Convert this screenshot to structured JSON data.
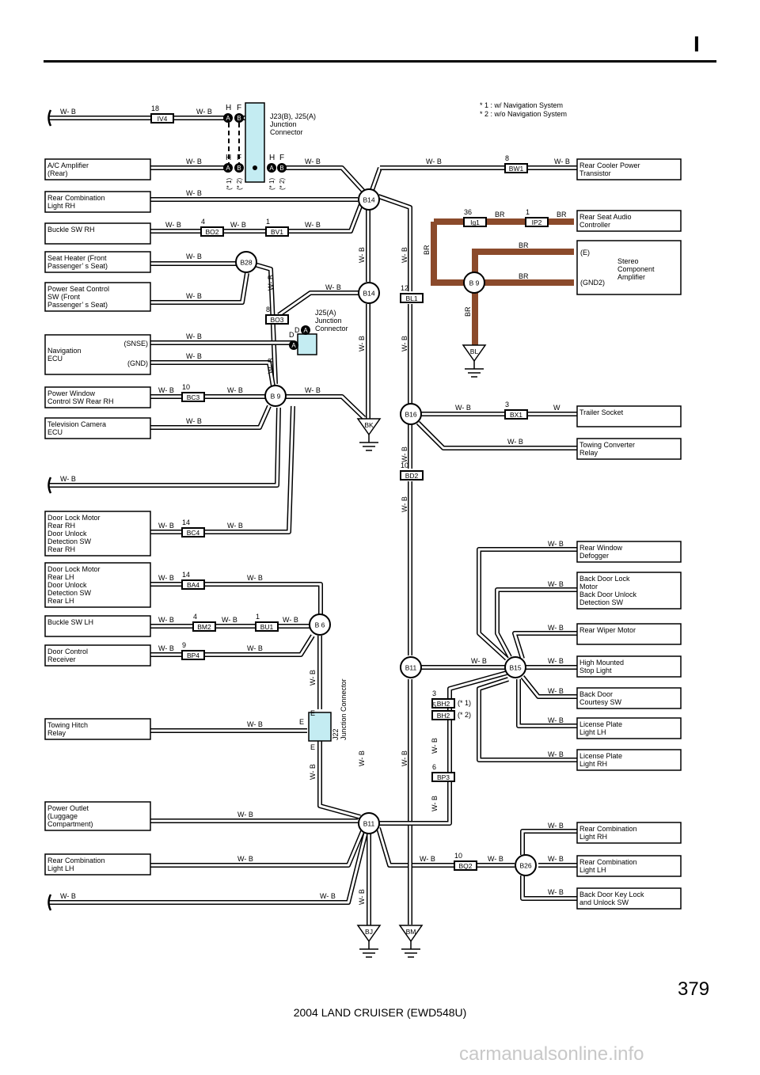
{
  "header": {
    "section_letter": "I",
    "page_number": "379"
  },
  "footer": {
    "title": "2004 LAND CRUISER (EWD548U)",
    "watermark": "carmanualsonline.info"
  },
  "notes": [
    "* 1 : w/ Navigation System",
    "* 2 : w/o Navigation System"
  ],
  "colors": {
    "wire": "#000000",
    "wire_fill": "#ffffff",
    "brown_wire": "#8b4a2b",
    "connector_fill": "#c4ecf2",
    "connector_tag_fill": "#000000",
    "connector_tag_text": "#ffffff"
  },
  "wire_label": "W- B",
  "components": {
    "ac_amp": [
      "A/C Amplifier",
      "(Rear)"
    ],
    "rear_comb_rh_top": [
      "Rear Combination",
      "Light RH"
    ],
    "buckle_rh": [
      "Buckle SW RH"
    ],
    "seat_heater": [
      "Seat Heater (Front",
      "Passenger’ s Seat)"
    ],
    "power_seat": [
      "Power Seat Control",
      "SW (Front",
      "Passenger’ s Seat)"
    ],
    "nav_ecu": [
      "Navigation",
      "ECU"
    ],
    "nav_snse": "(SNSE)",
    "nav_gnd": "(GND)",
    "pw_ctrl": [
      "Power Window",
      "Control SW Rear RH"
    ],
    "tv_cam": [
      "Television Camera",
      "ECU"
    ],
    "door_lock_rh": [
      "Door Lock Motor",
      "Rear RH",
      "Door Unlock",
      "Detection SW",
      "Rear RH"
    ],
    "door_lock_lh": [
      "Door Lock Motor",
      "Rear LH",
      "Door Unlock",
      "Detection SW",
      "Rear LH"
    ],
    "buckle_lh": [
      "Buckle SW LH"
    ],
    "door_ctrl_rcv": [
      "Door Control",
      "Receiver"
    ],
    "towing_hitch": [
      "Towing Hitch",
      "Relay"
    ],
    "power_outlet": [
      "Power Outlet",
      "(Luggage",
      "  Compartment)"
    ],
    "rear_comb_lh_left": [
      "Rear Combination",
      "Light LH"
    ],
    "rear_cooler": [
      "Rear Cooler Power",
      "Transistor"
    ],
    "rear_audio": [
      "Rear Seat Audio",
      "Controller"
    ],
    "stereo_amp": [
      "Stereo",
      "Component",
      "Amplifier"
    ],
    "stereo_e": "(E)",
    "stereo_gnd2": "(GND2)",
    "trailer_socket": [
      "Trailer Socket"
    ],
    "towing_conv": [
      "Towing Converter",
      "Relay"
    ],
    "rear_window_def": [
      "Rear Window",
      "Defogger"
    ],
    "back_door_lock": [
      "Back Door Lock",
      "Motor",
      "Back Door Unlock",
      "Detection SW"
    ],
    "rear_wiper": [
      "Rear Wiper Motor"
    ],
    "high_mounted": [
      "High Mounted",
      "Stop Light"
    ],
    "back_door_courtesy": [
      "Back Door",
      "Courtesy SW"
    ],
    "license_lh": [
      "License Plate",
      "Light LH"
    ],
    "license_rh": [
      "License Plate",
      "Light RH"
    ],
    "rear_comb_rh_bot": [
      "Rear Combination",
      "Light RH"
    ],
    "rear_comb_lh_bot": [
      "Rear Combination",
      "Light LH"
    ],
    "back_door_key": [
      "Back Door Key Lock",
      "and Unlock SW"
    ]
  },
  "connectors": {
    "IV4": {
      "id": "IV4",
      "pin": "18"
    },
    "BO2": {
      "id": "BO2",
      "pin": "4"
    },
    "BV1": {
      "id": "BV1",
      "pin": "1"
    },
    "BO3": {
      "id": "BO3",
      "pin": "8"
    },
    "BC3": {
      "id": "BC3",
      "pin": "10"
    },
    "BC4": {
      "id": "BC4",
      "pin": "14"
    },
    "BA4": {
      "id": "BA4",
      "pin": "14"
    },
    "BM2": {
      "id": "BM2",
      "pin": "4"
    },
    "BU1": {
      "id": "BU1",
      "pin": "1"
    },
    "BP4": {
      "id": "BP4",
      "pin": "9"
    },
    "BW1": {
      "id": "BW1",
      "pin": "8"
    },
    "Ig1": {
      "id": "Ig1",
      "pin": "36"
    },
    "IP2": {
      "id": "IP2",
      "pin": "1"
    },
    "BL1": {
      "id": "BL1",
      "pin": "12"
    },
    "BX1": {
      "id": "BX1",
      "pin": "3"
    },
    "BD2": {
      "id": "BD2",
      "pin": "10"
    },
    "BH2a": {
      "id": "BH2",
      "pin": "3"
    },
    "BH2b": {
      "id": "BH2",
      "pin": "5"
    },
    "BP3": {
      "id": "BP3",
      "pin": "6"
    },
    "BQ2": {
      "id": "BQ2",
      "pin": "10"
    }
  },
  "splices": [
    "B14",
    "B14",
    "B28",
    "B 9",
    "B 6",
    "B16",
    "B11",
    "B15",
    "B11",
    "B26",
    "B 9"
  ],
  "grounds": [
    "BK",
    "BL",
    "BJ",
    "BM"
  ],
  "junctions": {
    "j23": [
      "J23(B), J25(A)",
      "Junction",
      "Connector"
    ],
    "j25": [
      "J25(A)",
      "Junction",
      "Connector"
    ],
    "j22": [
      "J22",
      "Junction Connector"
    ]
  },
  "pins": {
    "H": "H",
    "F": "F",
    "A": "A",
    "B": "B",
    "D": "D",
    "E": "E",
    "star1": "(* 1)",
    "star2": "(* 2)"
  },
  "wire_codes": {
    "BR": "BR",
    "W": "W"
  }
}
